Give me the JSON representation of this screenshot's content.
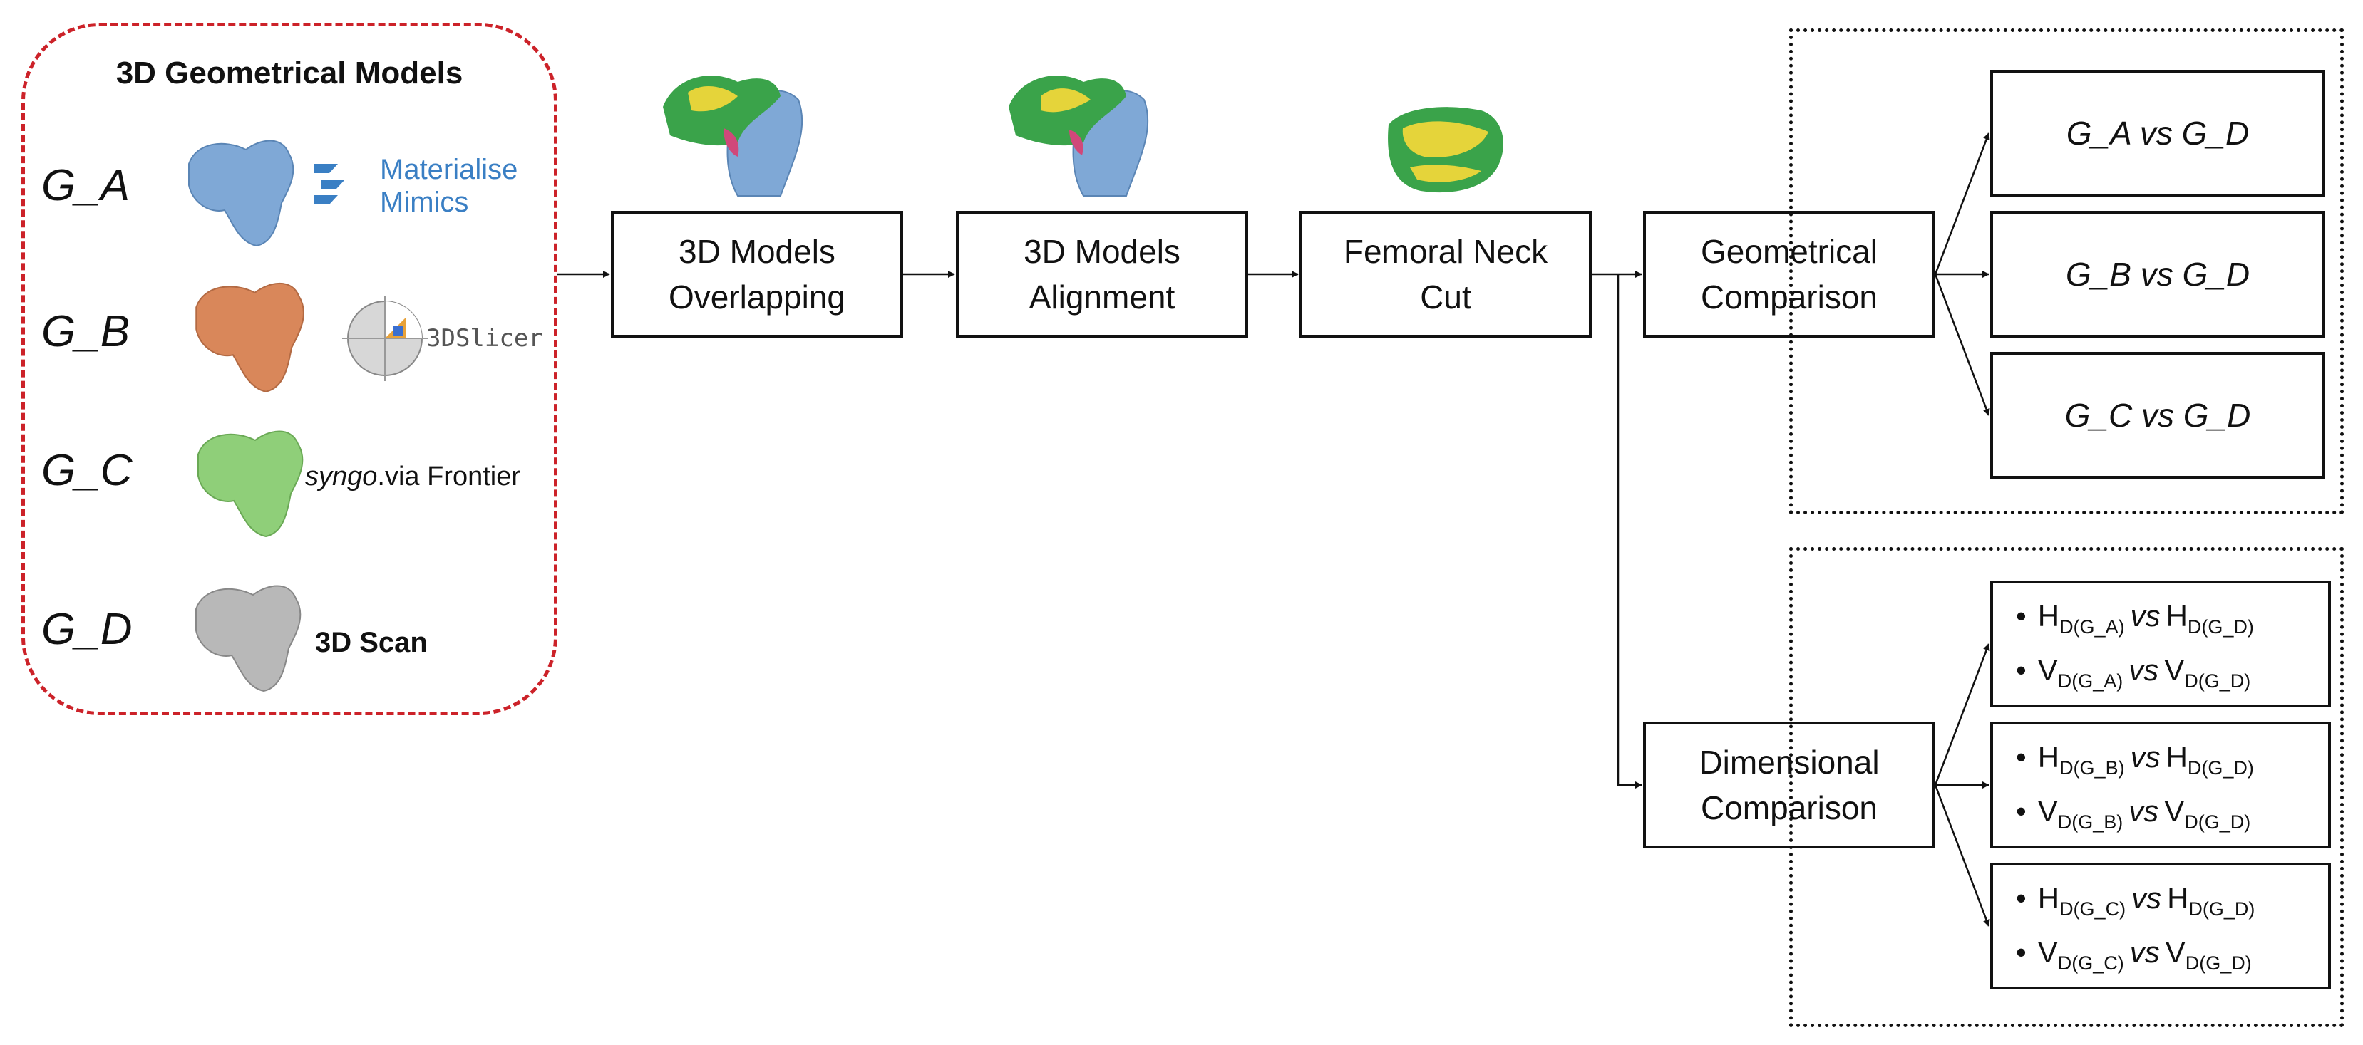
{
  "models_panel": {
    "title": "3D Geometrical Models",
    "models": [
      {
        "label": "G_A",
        "bone_color": "#7fa8d6",
        "source": "Materialise Mimics",
        "source_line1": "Materialise",
        "source_line2": "Mimics",
        "source_color": "#3a7fc4"
      },
      {
        "label": "G_B",
        "bone_color": "#d9875a",
        "source": "3DSlicer",
        "source_color": "#555555"
      },
      {
        "label": "G_C",
        "bone_color": "#8fcf79",
        "source_italic": "syngo",
        "source_rest": ".via Frontier",
        "source_color": "#111111"
      },
      {
        "label": "G_D",
        "bone_color": "#b8b8b8",
        "source": "3D Scan",
        "source_color": "#111111"
      }
    ],
    "border_color": "#cc2229"
  },
  "flow": {
    "step1": {
      "line1": "3D Models",
      "line2": "Overlapping"
    },
    "step2": {
      "line1": "3D Models",
      "line2": "Alignment"
    },
    "step3": {
      "line1": "Femoral Neck",
      "line2": "Cut"
    },
    "geometrical": {
      "line1": "Geometrical",
      "line2": "Comparison"
    },
    "dimensional": {
      "line1": "Dimensional",
      "line2": "Comparison"
    }
  },
  "geometrical_comparisons": [
    "G_A vs G_D",
    "G_B vs G_D",
    "G_C vs G_D"
  ],
  "dimensional_comparisons": [
    {
      "h": {
        "left": "H",
        "left_sub": "D(G_A)",
        "vs": "vs",
        "right": "H",
        "right_sub": "D(G_D)"
      },
      "v": {
        "left": "V",
        "left_sub": "D(G_A)",
        "vs": "vs",
        "right": "V",
        "right_sub": "D(G_D)"
      }
    },
    {
      "h": {
        "left": "H",
        "left_sub": "D(G_B)",
        "vs": "vs",
        "right": "H",
        "right_sub": "D(G_D)"
      },
      "v": {
        "left": "V",
        "left_sub": "D(G_B)",
        "vs": "vs",
        "right": "V",
        "right_sub": "D(G_D)"
      }
    },
    {
      "h": {
        "left": "H",
        "left_sub": "D(G_C)",
        "vs": "vs",
        "right": "H",
        "right_sub": "D(G_D)"
      },
      "v": {
        "left": "V",
        "left_sub": "D(G_C)",
        "vs": "vs",
        "right": "V",
        "right_sub": "D(G_D)"
      }
    }
  ],
  "colors": {
    "model_green": "#3aa34a",
    "model_yellow": "#e5d43a",
    "model_blue": "#7fa8d6",
    "model_pink": "#d0487a"
  }
}
